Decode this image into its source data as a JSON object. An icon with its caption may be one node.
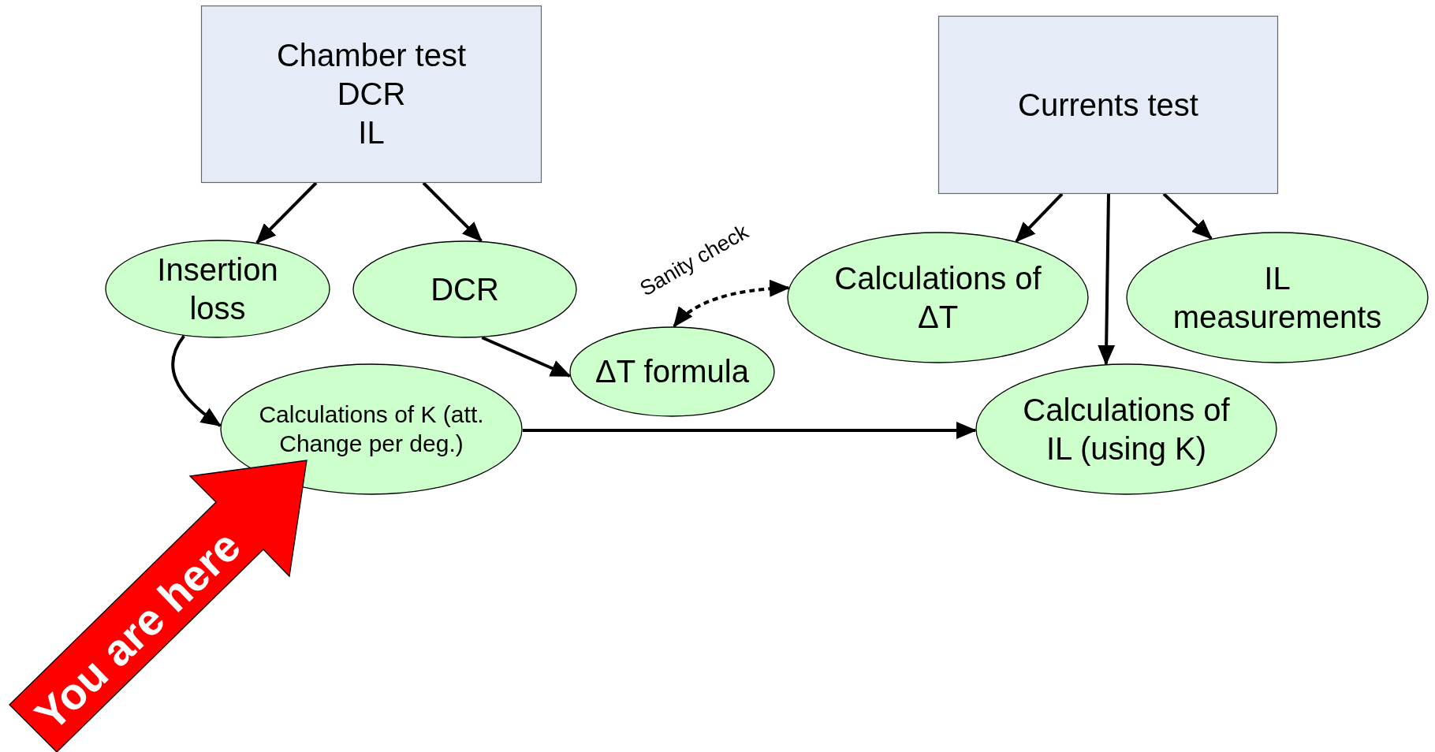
{
  "diagram": {
    "nodes": [
      {
        "text": [
          "Chamber test",
          "DCR",
          "IL"
        ]
      },
      {
        "text": [
          "Currents test"
        ]
      },
      {
        "text": [
          "Insertion loss"
        ]
      },
      {
        "text": [
          "DCR"
        ]
      },
      {
        "text": [
          "ΔT formula"
        ]
      },
      {
        "text": [
          "Calculations of ΔT"
        ]
      },
      {
        "text": [
          "IL measurements"
        ]
      },
      {
        "text": [
          "Calculations of K (att. Change per deg.)"
        ]
      },
      {
        "text": [
          "Calculations of IL (using K)"
        ]
      },
      {
        "text": [
          "You are here"
        ]
      }
    ],
    "edges": [
      {
        "from": 0,
        "to": 2,
        "arrow": "to"
      },
      {
        "from": 0,
        "to": 3,
        "arrow": "to"
      },
      {
        "from": 2,
        "to": 7,
        "arrow": "to"
      },
      {
        "from": 3,
        "to": 4,
        "arrow": "to"
      },
      {
        "from": 4,
        "to": 5,
        "arrow": "both",
        "style": "dashed",
        "label": "Sanity check"
      },
      {
        "from": 1,
        "to": 5,
        "arrow": "to"
      },
      {
        "from": 1,
        "to": 8,
        "arrow": "to"
      },
      {
        "from": 1,
        "to": 6,
        "arrow": "to"
      },
      {
        "from": 7,
        "to": 8,
        "arrow": "to"
      }
    ]
  }
}
